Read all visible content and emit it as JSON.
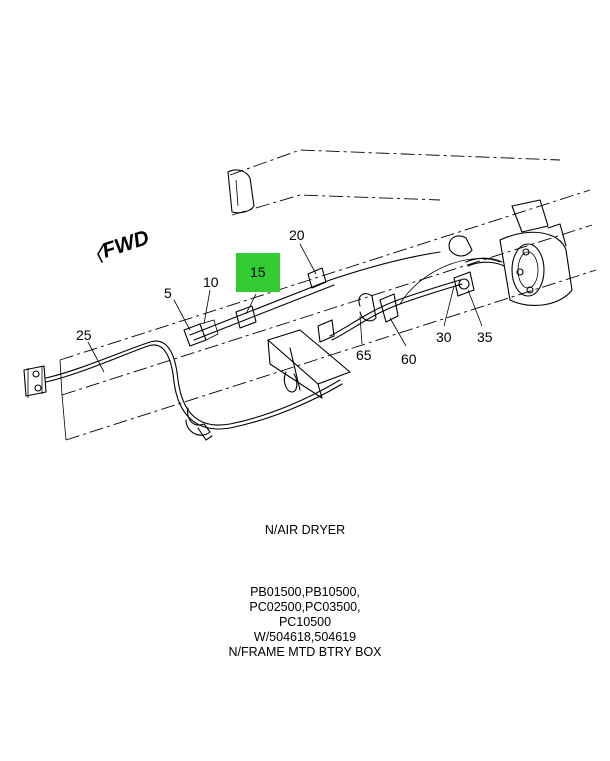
{
  "diagram": {
    "direction_label": "FWD",
    "highlight_color": "#33cc33",
    "callouts": {
      "c5": "5",
      "c10": "10",
      "c15": "15",
      "c20": "20",
      "c25": "25",
      "c30": "30",
      "c35": "35",
      "c60": "60",
      "c65": "65"
    }
  },
  "notes": {
    "title": "N/AIR DRYER",
    "lines": [
      "PB01500,PB10500,",
      "PC02500,PC03500,",
      "PC10500",
      "W/504618,504619",
      "N/FRAME MTD BTRY BOX"
    ]
  }
}
